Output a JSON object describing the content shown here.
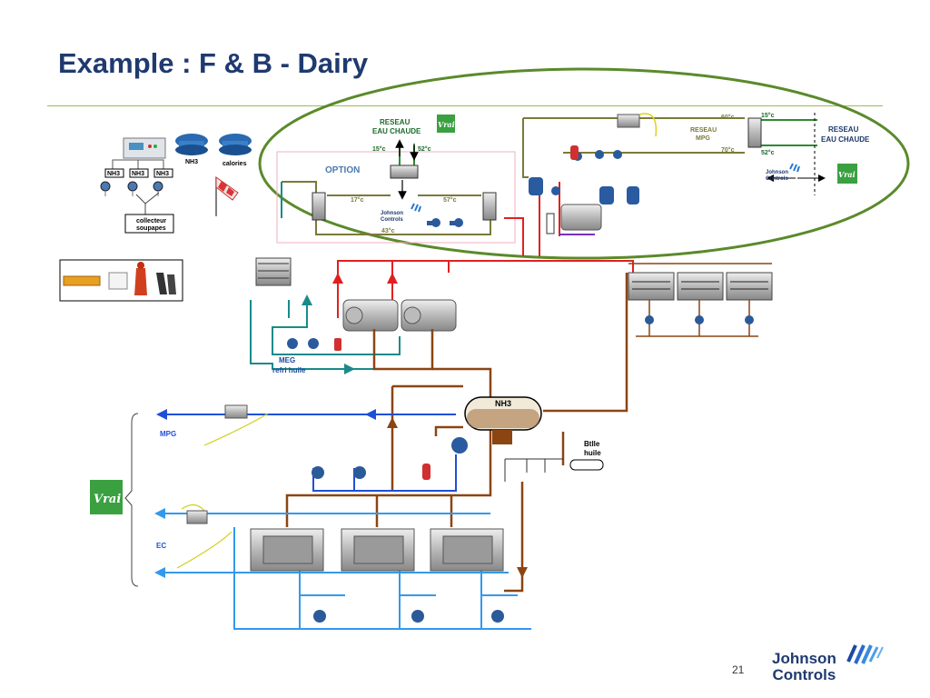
{
  "slide": {
    "title": "Example : F & B - Dairy",
    "page_number": "21"
  },
  "brand": {
    "logo_line1": "Johnson",
    "logo_line2": "Controls",
    "accent": "#9bbb59",
    "title_color": "#1f3a6f"
  },
  "labels": {
    "reseau_eau_chaude_top": [
      "RESEAU",
      "EAU CHAUDE"
    ],
    "reseau_mpg": [
      "RESEAU",
      "MPG"
    ],
    "reseau_eau_chaude_right": [
      "RESEAU",
      "EAU CHAUDE"
    ],
    "option": "OPTION",
    "temp_15_left": "15°c",
    "temp_52_left": "52°c",
    "temp_17": "17°c",
    "temp_57": "57°c",
    "temp_43": "43°c",
    "temp_60": "60°c",
    "temp_70": "70°c",
    "temp_15_right": "15°c",
    "temp_52_right": "52°c",
    "nh3_sensors": [
      "NH3",
      "NH3",
      "NH3"
    ],
    "nh3_top": "NH3",
    "calories": "calories",
    "collecteur": [
      "collecteur",
      "soupapes"
    ],
    "meg": "MEG",
    "refri_huile": "refri huile",
    "nh3_vessel": "NH3",
    "btlle_huile": [
      "Btlle",
      "huile"
    ],
    "mpg": "MPG",
    "ec": "EC",
    "jc_small": [
      "Johnson",
      "Controls"
    ],
    "vrai": "Vrai"
  },
  "colors": {
    "hot_water": "#7a7a3a",
    "green_pipe": "#2e8b2e",
    "red_pipe": "#e02020",
    "brown_pipe": "#8b4513",
    "teal_pipe": "#1a8a8a",
    "blue_pipe": "#1f4fd8",
    "light_blue_pipe": "#3399ee",
    "purple_pipe": "#7a2fc0",
    "ellipse": "#5a8a2a"
  }
}
